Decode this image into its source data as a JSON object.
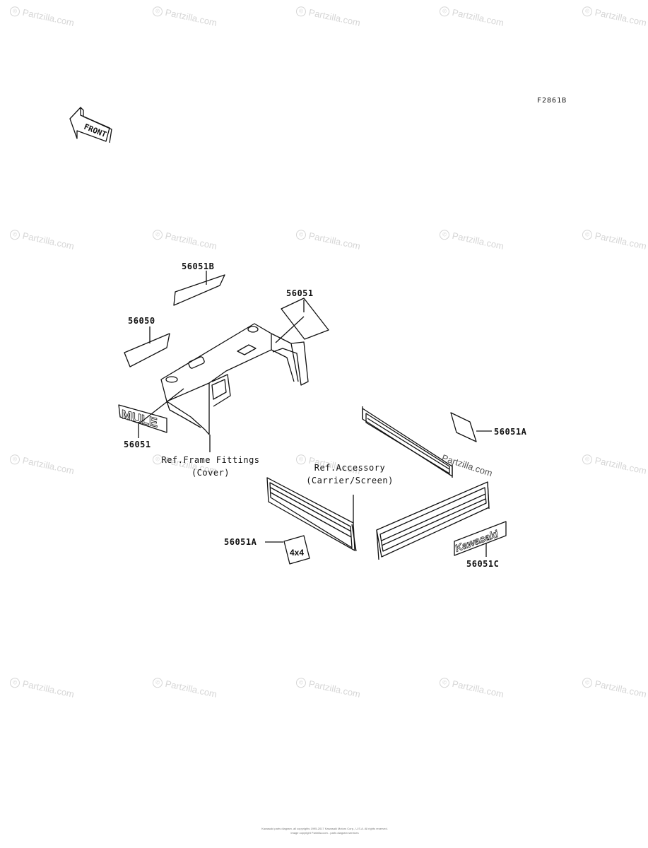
{
  "figure_code": "F2861B",
  "front_label": "FRONT",
  "part_labels": {
    "p56051b": "56051B",
    "p56051_top": "56051",
    "p56050": "56050",
    "p56051_left": "56051",
    "p56051a_right": "56051A",
    "p56051a_bottom": "56051A",
    "p56051c": "56051C"
  },
  "reference_notes": {
    "frame_line1": "Ref.Frame Fittings",
    "frame_line2": "(Cover)",
    "accessory_line1": "Ref.Accessory",
    "accessory_line2": "(Carrier/Screen)"
  },
  "decal_text": {
    "mule": "MULE",
    "kawasaki": "Kawasaki",
    "four_by_four": "4x4"
  },
  "watermark": "Partzilla.com",
  "footer": {
    "line1": "Kawasaki parts diagram, all copyrights 1995-2017 Kawasaki Motors Corp., U.S.A. All rights reserved.",
    "line2": "Image copyright Partzilla.com - parts diagram services"
  }
}
